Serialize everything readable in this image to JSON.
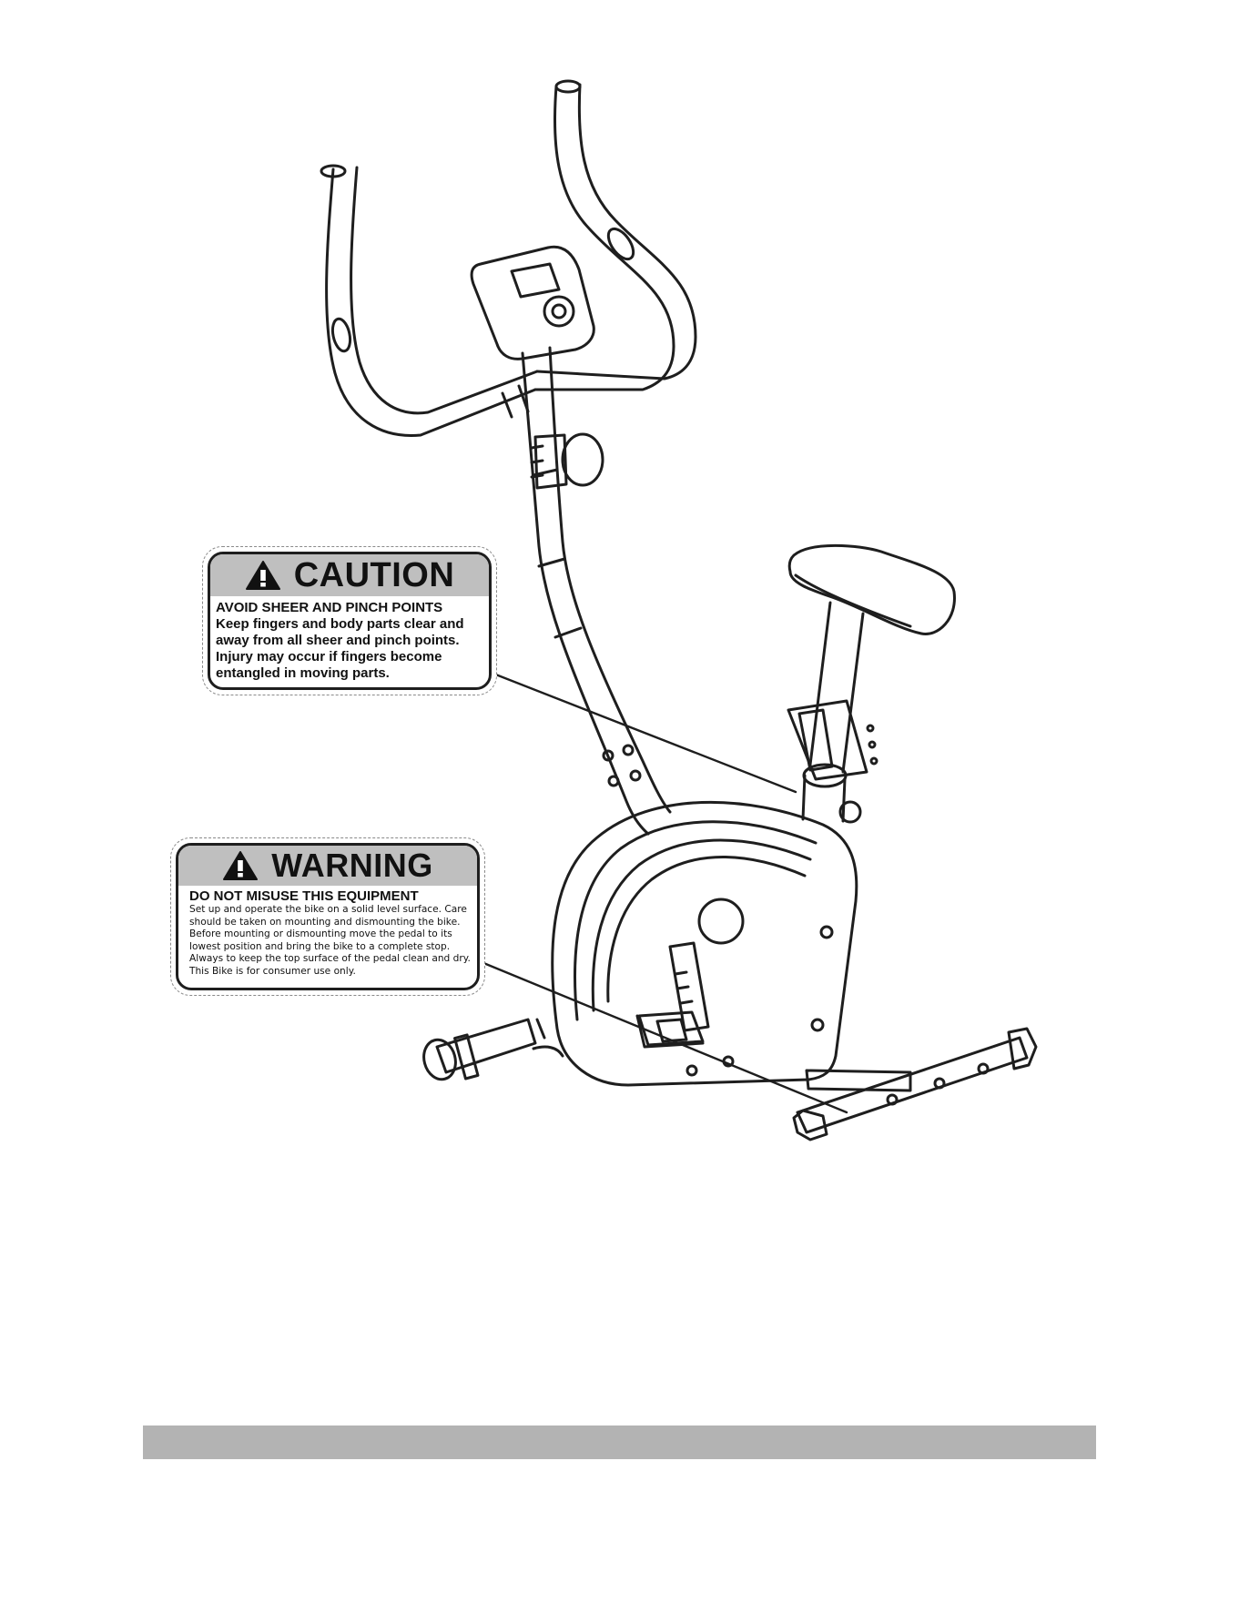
{
  "caution": {
    "heading": "CAUTION",
    "subheading": "AVOID SHEER AND PINCH POINTS",
    "body": "Keep fingers and body parts clear and away from all sheer and pinch points. Injury may occur if fingers become entangled in moving parts."
  },
  "warning": {
    "heading": "WARNING",
    "subheading": "DO NOT MISUSE THIS EQUIPMENT",
    "body": "Set up and operate the bike on a solid level surface. Care should be taken on mounting and dismounting the bike. Before mounting or dismounting move the pedal to its lowest position and bring the bike to a complete stop. Always to keep the top surface of the pedal clean and dry. This Bike is for consumer use only."
  },
  "icons": {
    "alert": "warning-triangle-icon"
  },
  "colors": {
    "label_header": "#bfbfbf",
    "footer_bar": "#b3b3b3",
    "line": "#1e1e1e"
  }
}
